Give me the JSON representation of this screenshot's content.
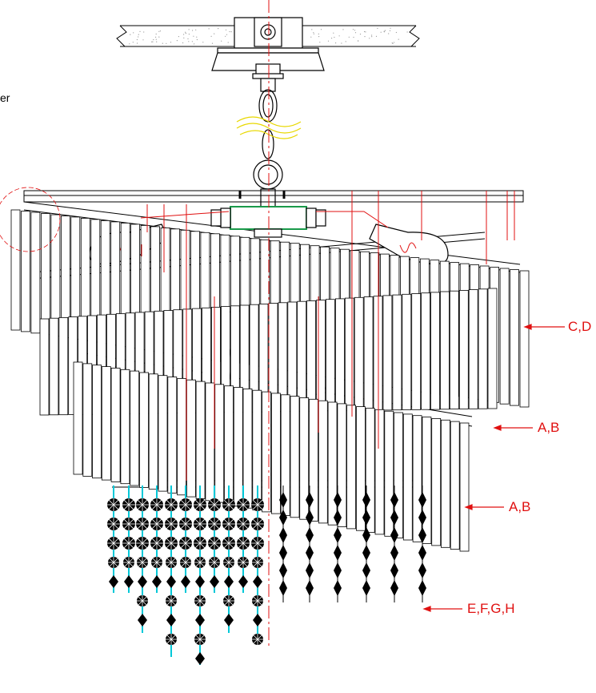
{
  "partial_text": "er",
  "callouts": [
    {
      "id": "cd",
      "text": "C,D"
    },
    {
      "id": "ab1",
      "text": "A,B"
    },
    {
      "id": "ab2",
      "text": "A,B"
    },
    {
      "id": "efgh",
      "text": "E,F,G,H"
    }
  ],
  "colors": {
    "line": "#000000",
    "callout": "#e01010",
    "centerline": "#e01010",
    "bead_string": "#00c8d8",
    "hanger_wire": "#e8d800",
    "canopy_band": "#1a9a4a"
  }
}
